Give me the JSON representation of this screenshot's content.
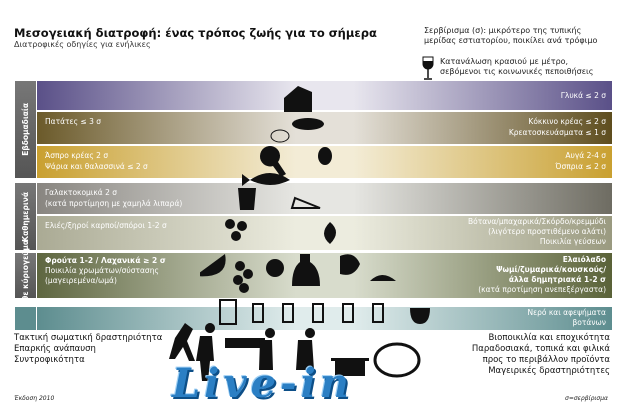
{
  "header": {
    "title": "Μεσογειακή  διατροφή: ένας τρόπος ζωής για το σήμερα",
    "subtitle": "Διατροφικές οδηγίες για ενήλικες",
    "serving_note": [
      "Σερβίρισμα (σ): μικρότερο της τυπικής",
      "μερίδας εστιατορίου, ποικίλει ανά τρόφιμο"
    ],
    "wine_note": [
      "Κατανάλωση κρασιού με μέτρο,",
      "σεβόμενοι τις κοινωνικές πεποιθήσεις"
    ]
  },
  "side_labels": {
    "weekly": "Εβδομαδιαία",
    "daily": "Καθημερινά",
    "every_meal": [
      "Κάθε κύριο",
      "γεύμα"
    ]
  },
  "bands": {
    "sweets": {
      "right": "Γλυκά ≤ 2 σ"
    },
    "potatoes": {
      "left": "Πατάτες ≤ 3 σ",
      "right": [
        "Κόκκινο κρέας ≤ 2 σ",
        "Κρεατοσκευάσματα ≤ 1 σ"
      ]
    },
    "white_meat": {
      "left": [
        "Άσπρο κρέας  2 σ",
        "Ψάρια και θαλασσινά ≤ 2 σ"
      ],
      "right": [
        "Αυγά 2-4 σ",
        "Όσπρια ≤ 2 σ"
      ]
    },
    "dairy": {
      "left": [
        "Γαλακτοκομικά 2 σ",
        "(κατά προτίμηση με χαμηλά λιπαρά)"
      ]
    },
    "olives": {
      "left": "Ελιές/ξηροί καρποί/σπόροι 1-2 σ",
      "right": [
        "Βότανα/μπαχαρικά/Σκόρδο/κρεμμύδι",
        "(λιγότερο προστιθέμενο αλάτι)",
        "Ποικιλία γεύσεων"
      ]
    },
    "fruits": {
      "left": [
        "Φρούτα 1-2 / Λαχανικά  ≥ 2 σ",
        "Ποικιλία χρωμάτων/σύστασης",
        "(μαγειρεμένα/ωμά)"
      ],
      "right": [
        "Ελαιόλαδο",
        "Ψωμί/ζυμαρικά/κουσκούς/",
        "άλλα δημητριακά 1-2 σ",
        "(κατά προτίμηση ανεπεξέργαστα)"
      ]
    },
    "water": {
      "right": [
        "Νερό και αφεψήματα",
        "βοτάνων"
      ]
    }
  },
  "bottom": {
    "left": [
      "Τακτική σωματική δραστηριότητα",
      "Επαρκής ανάπαυση",
      "Συντροφικότητα"
    ],
    "right": [
      "Βιοποικιλία και εποχικότητα",
      "Παραδοσιακά, τοπικά και φιλικά",
      "προς το περιβάλλον προϊόντα",
      "Μαγειρικές δραστηριότητες"
    ]
  },
  "footer": {
    "edition": "Έκδοση 2010",
    "legend": "σ=σερβίρισμα"
  },
  "watermark": "Live-in"
}
